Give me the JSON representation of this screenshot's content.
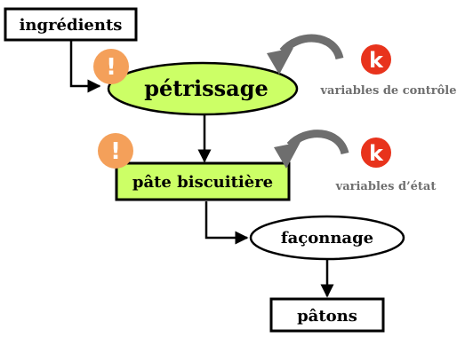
{
  "nodes": {
    "ingredients": "ingrédients",
    "petrissage": "pétrissage",
    "pate": "pâte biscuitière",
    "faconnage": "façonnage",
    "patons": "pâtons"
  },
  "annotations": {
    "control_vars": "variables de contrôle",
    "state_vars": "variables d’état"
  },
  "badges": {
    "warning": "!",
    "k": "k"
  },
  "colors": {
    "highlight": "#ccff66",
    "warning": "#f4a05a",
    "k_badge": "#e8331c",
    "arrow_gray": "#6e6e6e"
  }
}
